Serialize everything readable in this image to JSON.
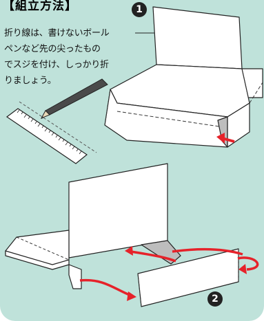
{
  "title": "【組立方法】",
  "note_lines": [
    "折り線は、書けないボール",
    "ペンなど先の尖ったもの",
    "でスジを付け、しっかり折",
    "りましょう。"
  ],
  "steps": {
    "one": "1",
    "two": "2"
  },
  "colors": {
    "background": "#bfe2da",
    "arrow": "#e6222a",
    "fold_line": "#333333",
    "box_fill": "#ffffff",
    "shadow": "#bdbdbd"
  },
  "icons": [
    "pen-icon",
    "ruler-icon",
    "fold-arrow-icon"
  ]
}
